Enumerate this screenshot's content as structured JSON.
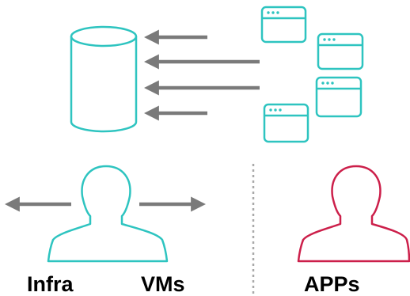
{
  "colors": {
    "teal": "#2ec4c0",
    "crimson": "#cc1f4a",
    "arrow_gray": "#7a7a7a",
    "divider_gray": "#a9a9a9",
    "text": "#000000"
  },
  "icons": {
    "database": "database-cylinder-icon",
    "app_window": "browser-window-icon",
    "person": "person-silhouette-icon",
    "arrow": "arrow-left-icon"
  },
  "labels": {
    "infra": "Infra",
    "vms": "VMs",
    "apps": "APPs"
  }
}
